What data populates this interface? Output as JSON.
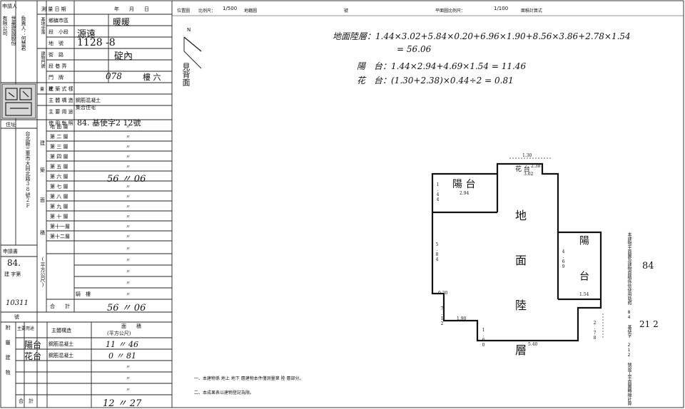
{
  "header": {
    "date_label": "測 量 日 期",
    "date_fields": "年　　月　　日",
    "base": {
      "label": "基地坐落",
      "district_label": "鄉鎮市區",
      "district_value": "暖暖",
      "section_label": "段　小段",
      "section_value": "源遠",
      "lot_label": "地　號",
      "lot_value": "1128 -8"
    },
    "building": {
      "label": "建物門牌",
      "street_label": "街　路",
      "street_value": "碇內",
      "lane_label": "段 巷 弄",
      "number_label": "門　牌",
      "number_value": "078",
      "floor_value": "樓 六"
    },
    "structure": {
      "style_label": "建 築 式 樣",
      "main_structure_label": "主 體 構 造",
      "main_structure_value": "鋼筋混凝土",
      "main_use_label": "主 要 用 途",
      "main_use_value": "集合住宅",
      "license_label": "使 用 執 照",
      "license_value": "84. 基使字2 12號"
    }
  },
  "applicant": {
    "title": "申請人",
    "name_lines": [
      "有限公司",
      "世豪建設股份",
      "負責人：何慧君"
    ],
    "seal_label": "蓋　章"
  },
  "address": {
    "label": "住址",
    "lines": [
      "台北縣三重市大同北路38號2F"
    ]
  },
  "floors": {
    "label_left": "建",
    "label_mid": "築",
    "label_area": "面",
    "label_product": "積",
    "rows": [
      {
        "name": "地 面 層",
        "value": "〃"
      },
      {
        "name": "第 二 層",
        "value": "〃"
      },
      {
        "name": "第 三 層",
        "value": "〃"
      },
      {
        "name": "第 四 層",
        "value": "〃"
      },
      {
        "name": "第 五 層",
        "value": "〃"
      },
      {
        "name": "第 六 層",
        "value": "56 〃 06"
      },
      {
        "name": "第 七 層",
        "value": "〃"
      },
      {
        "name": "第 八 層",
        "value": "〃"
      },
      {
        "name": "第 九 層",
        "value": "〃"
      },
      {
        "name": "第 十 層",
        "value": "〃"
      },
      {
        "name": "第十一層",
        "value": "〃"
      },
      {
        "name": "第十二層",
        "value": "〃"
      }
    ],
    "public_label": "(平方公尺)",
    "blank_rows": [
      "〃",
      "〃",
      "〃",
      "〃"
    ],
    "stairs_label": "騎　樓",
    "stairs_value": "〃",
    "total_label": "合　　計",
    "total_value": "56 〃 06"
  },
  "annex": {
    "side_label": "附屬建物",
    "col_use": "主要用途",
    "col_structure": "主體構造",
    "col_area": "面　　積",
    "col_area_unit": "(平方公尺)",
    "rows": [
      {
        "use": "陽台",
        "structure": "鋼筋混凝土",
        "area": "11 〃 46"
      },
      {
        "use": "花台",
        "structure": "鋼筋混凝土",
        "area": "0 〃 81"
      },
      {
        "use": "",
        "structure": "",
        "area": "〃"
      },
      {
        "use": "",
        "structure": "",
        "area": "〃"
      },
      {
        "use": "",
        "structure": "",
        "area": "〃"
      }
    ],
    "total_label": "合　計",
    "total_value": "12 〃 27"
  },
  "side_notes": {
    "license_no": "84.",
    "license_word": "建 字第",
    "ref_no": "10311",
    "ref_label": "號"
  },
  "plan": {
    "location_label": "位置圖",
    "scale_label": "比例尺：",
    "scale_value": "1/500",
    "map_label": "地籍圖",
    "number_label": "號",
    "plan_scale_label": "平面圖比例尺：",
    "plan_scale_value": "1/100",
    "method_label": "面積計算式",
    "north": "N",
    "see_back": "見背面",
    "calc_ground": "地面陸層：1.44×3.02+5.84×0.20+6.96×1.90+8.56×3.86+2.78×1.54",
    "calc_ground_result": "= 56.06",
    "calc_balcony": "陽　台：1.44×2.94+4.69×1.54 = 11.46",
    "calc_flower": "花　台：(1.30+2.38)×0.44÷2 = 0.81",
    "rooms": {
      "balcony1": "陽 台",
      "ground": "地 面 陸 層",
      "balcony2": "陽 台",
      "flower": "花 台"
    },
    "dims": {
      "d130": "1.30",
      "d238": "2.38",
      "d302": "3.02",
      "d144": "1.44",
      "d294": "2.94",
      "d584": "5.84",
      "d469": "4.69",
      "d154": "1.54",
      "d020": "0.20",
      "d712": "7.12",
      "d190": "1.90",
      "d160": "1.60",
      "d278": "2.78",
      "d540": "5.40"
    },
    "note1": "一、本建物係 地上 地下 層建物本件僅測量第 陸 層部分。",
    "note2": "二、本成果表以建物登記為限。",
    "right_note": "本建物平面圖及建物面積係依使用執照 84 基使字 212 號竣工平面圖轉繪計算",
    "right_num1": "84",
    "right_num2": "21 2"
  }
}
